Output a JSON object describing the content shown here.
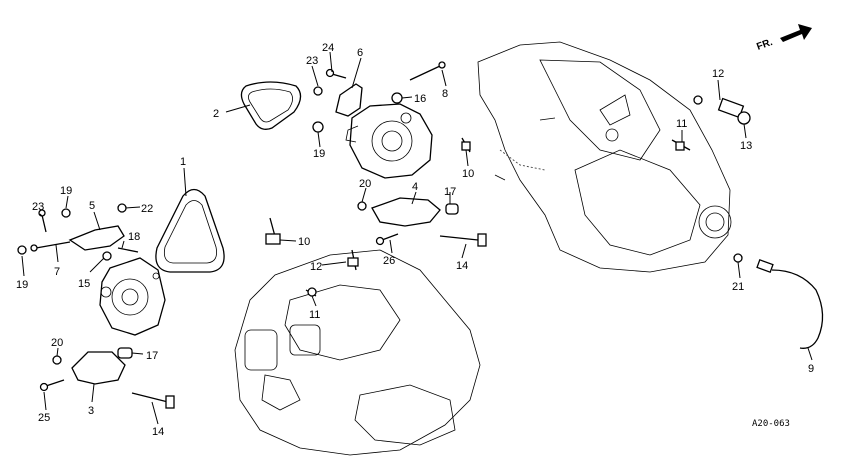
{
  "diagram": {
    "direction_label": "FR.",
    "reference_code": "A20-063",
    "callouts": [
      {
        "id": "c1",
        "text": "1"
      },
      {
        "id": "c2",
        "text": "2"
      },
      {
        "id": "c3",
        "text": "3"
      },
      {
        "id": "c4",
        "text": "4"
      },
      {
        "id": "c5",
        "text": "5"
      },
      {
        "id": "c6",
        "text": "6"
      },
      {
        "id": "c7",
        "text": "7"
      },
      {
        "id": "c8",
        "text": "8"
      },
      {
        "id": "c9",
        "text": "9"
      },
      {
        "id": "c10a",
        "text": "10"
      },
      {
        "id": "c10b",
        "text": "10"
      },
      {
        "id": "c11a",
        "text": "11"
      },
      {
        "id": "c11b",
        "text": "11"
      },
      {
        "id": "c12a",
        "text": "12"
      },
      {
        "id": "c12b",
        "text": "12"
      },
      {
        "id": "c13",
        "text": "13"
      },
      {
        "id": "c14a",
        "text": "14"
      },
      {
        "id": "c14b",
        "text": "14"
      },
      {
        "id": "c15",
        "text": "15"
      },
      {
        "id": "c16",
        "text": "16"
      },
      {
        "id": "c17a",
        "text": "17"
      },
      {
        "id": "c17b",
        "text": "17"
      },
      {
        "id": "c18",
        "text": "18"
      },
      {
        "id": "c19a",
        "text": "19"
      },
      {
        "id": "c19b",
        "text": "19"
      },
      {
        "id": "c19c",
        "text": "19"
      },
      {
        "id": "c20a",
        "text": "20"
      },
      {
        "id": "c20b",
        "text": "20"
      },
      {
        "id": "c21",
        "text": "21"
      },
      {
        "id": "c22",
        "text": "22"
      },
      {
        "id": "c23a",
        "text": "23"
      },
      {
        "id": "c23b",
        "text": "23"
      },
      {
        "id": "c24",
        "text": "24"
      },
      {
        "id": "c25",
        "text": "25"
      },
      {
        "id": "c26",
        "text": "26"
      }
    ]
  }
}
